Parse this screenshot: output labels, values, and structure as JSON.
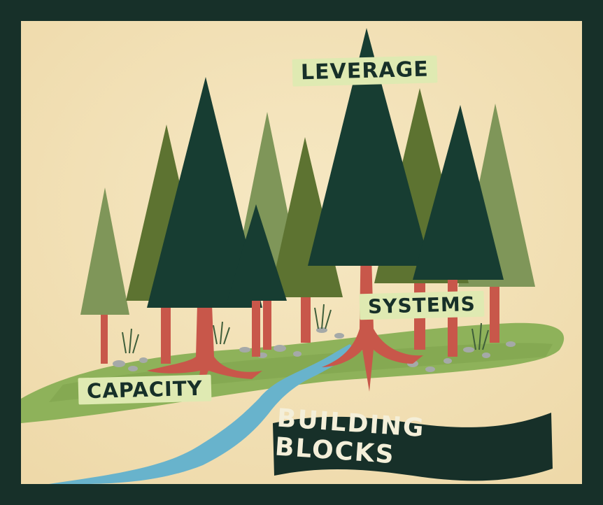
{
  "labels": {
    "leverage": "LEVERAGE",
    "systems": "SYSTEMS",
    "capacity": "CAPACITY"
  },
  "banner": {
    "text": "BUILDING BLOCKS"
  },
  "colors": {
    "frame": "#173029",
    "paper": "#f2e2b8",
    "label_bg": "#dfeab2",
    "dark_pine": "#173d32",
    "olive_pine": "#5d7331",
    "sage_pine": "#7f9659",
    "trunk": "#c8574a",
    "grass": "#8eb25a",
    "stream": "#68b3cc",
    "banner_bg": "#173029",
    "banner_text": "#f4efd9"
  }
}
